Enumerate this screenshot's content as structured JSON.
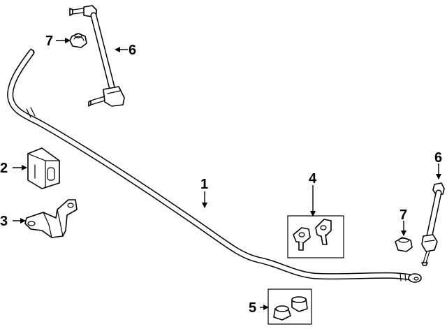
{
  "callouts": {
    "c1": "1",
    "c2": "2",
    "c3": "3",
    "c4": "4",
    "c5": "5",
    "c6_top": "6",
    "c6_right": "6",
    "c7_top": "7",
    "c7_right": "7"
  }
}
